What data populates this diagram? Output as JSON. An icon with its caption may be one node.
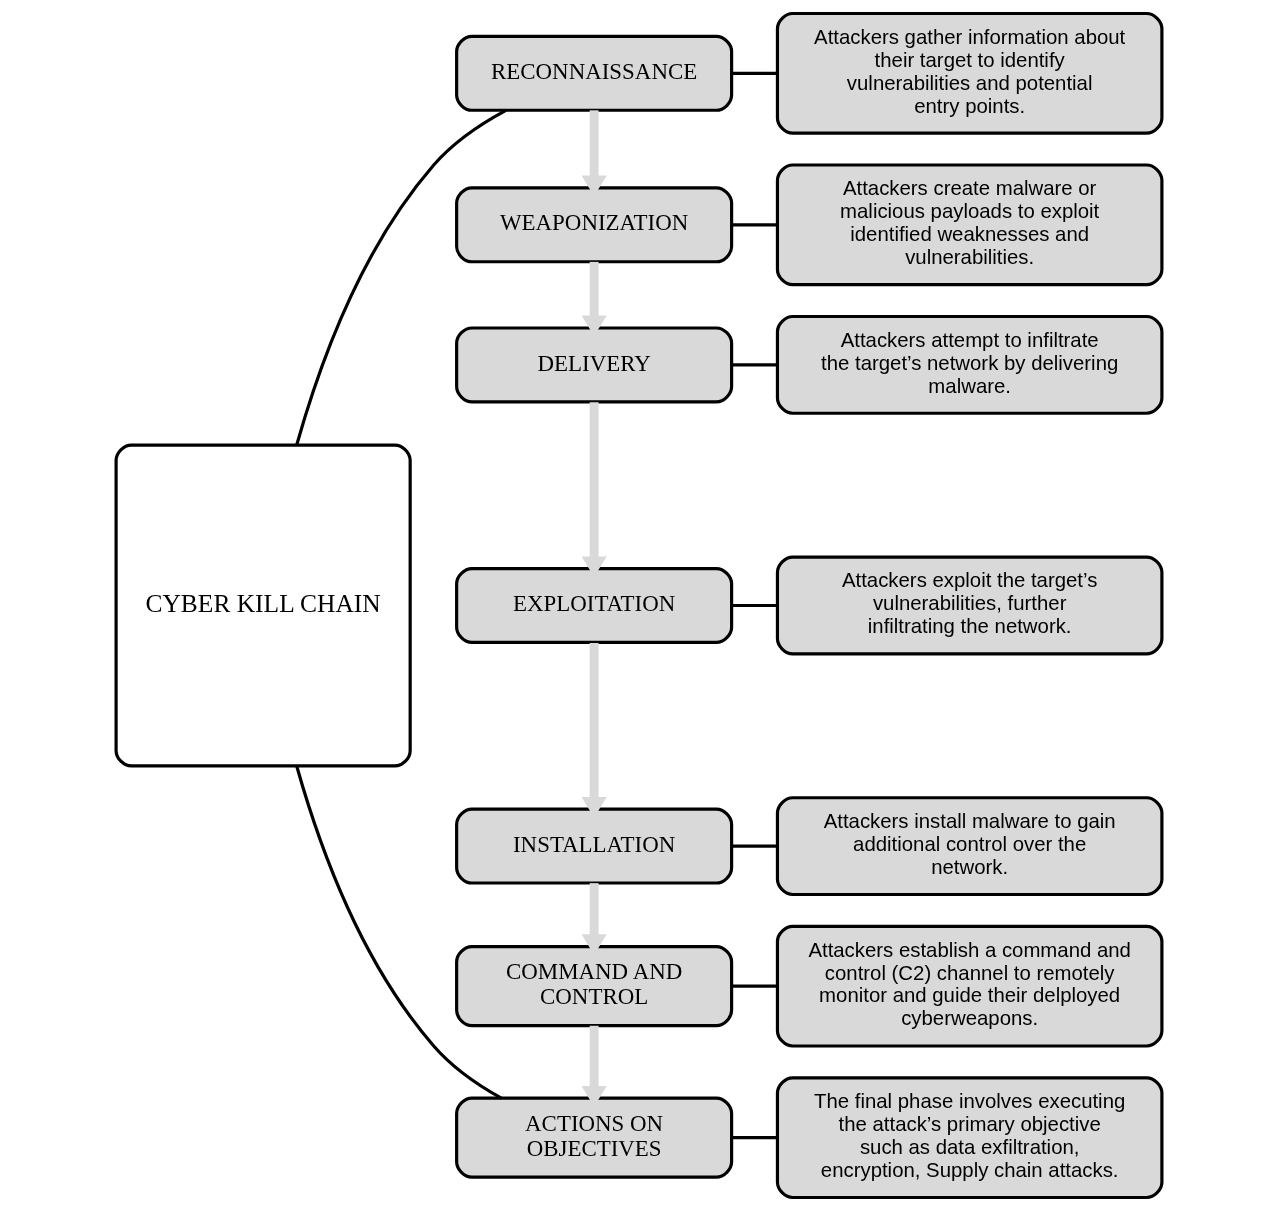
{
  "diagram": {
    "nodes": [
      {
        "text": [
          "CYBER KILL CHAIN"
        ]
      },
      {
        "text": [
          "RECONNAISSANCE"
        ]
      },
      {
        "text": [
          "Attackers gather information about their target to identify vulnerabilities and potential entry points."
        ]
      },
      {
        "text": [
          "WEAPONIZATION"
        ]
      },
      {
        "text": [
          "Attackers create malware or malicious payloads to exploit identified weaknesses and vulnerabilities."
        ]
      },
      {
        "text": [
          "DELIVERY"
        ]
      },
      {
        "text": [
          "Attackers attempt to infiltrate the target’s network by delivering malware."
        ]
      },
      {
        "text": [
          "EXPLOITATION"
        ]
      },
      {
        "text": [
          "Attackers exploit the target’s vulnerabilities, further infiltrating the network."
        ]
      },
      {
        "text": [
          "INSTALLATION"
        ]
      },
      {
        "text": [
          "Attackers install malware to gain additional control over the network."
        ]
      },
      {
        "text": [
          "COMMAND AND CONTROL"
        ]
      },
      {
        "text": [
          "Attackers establish a command and control (C2) channel to remotely monitor and guide their delployed cyberweapons."
        ]
      },
      {
        "text": [
          "ACTIONS ON OBJECTIVES"
        ]
      },
      {
        "text": [
          "The final phase involves executing the attack’s primary objective such as data exfiltration, encryption, Supply chain attacks."
        ]
      }
    ],
    "edges": [
      {
        "from": 0,
        "to": 1,
        "arrow": "none"
      },
      {
        "from": 0,
        "to": 13,
        "arrow": "none"
      },
      {
        "from": 1,
        "to": 2,
        "arrow": "none"
      },
      {
        "from": 3,
        "to": 4,
        "arrow": "none"
      },
      {
        "from": 5,
        "to": 6,
        "arrow": "none"
      },
      {
        "from": 7,
        "to": 8,
        "arrow": "none"
      },
      {
        "from": 9,
        "to": 10,
        "arrow": "none"
      },
      {
        "from": 11,
        "to": 12,
        "arrow": "none"
      },
      {
        "from": 13,
        "to": 14,
        "arrow": "none"
      },
      {
        "from": 1,
        "to": 3,
        "arrow": "to",
        "style": "thick",
        "color": "#d9d9d9"
      },
      {
        "from": 3,
        "to": 5,
        "arrow": "to",
        "style": "thick",
        "color": "#d9d9d9"
      },
      {
        "from": 5,
        "to": 7,
        "arrow": "to",
        "style": "thick",
        "color": "#d9d9d9"
      },
      {
        "from": 7,
        "to": 9,
        "arrow": "to",
        "style": "thick",
        "color": "#d9d9d9"
      },
      {
        "from": 9,
        "to": 11,
        "arrow": "to",
        "style": "thick",
        "color": "#d9d9d9"
      },
      {
        "from": 11,
        "to": 13,
        "arrow": "to",
        "style": "thick",
        "color": "#d9d9d9"
      }
    ]
  }
}
